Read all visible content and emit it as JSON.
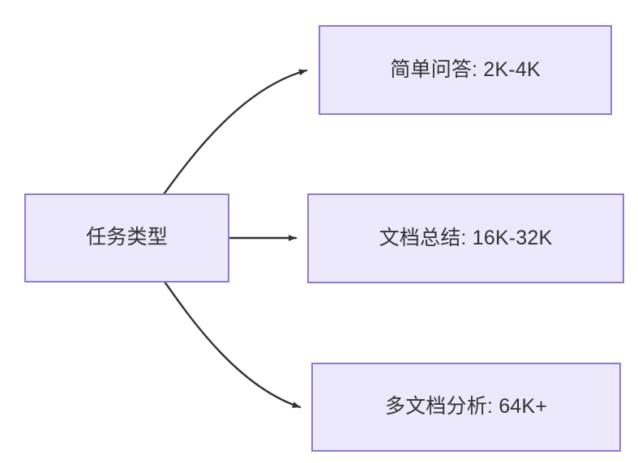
{
  "diagram": {
    "type": "flowchart",
    "direction": "left-to-right",
    "background_color": "#ffffff",
    "node_fill_color": "#ebe9fb",
    "node_border_color": "#8b7ad4",
    "text_color": "#333333",
    "edge_color": "#333333",
    "nodes": [
      {
        "id": "source",
        "label": "任务类型",
        "role": "root"
      },
      {
        "id": "simple-qa",
        "label": "简单问答: 2K-4K",
        "role": "leaf"
      },
      {
        "id": "doc-summary",
        "label": "文档总结: 16K-32K",
        "role": "leaf"
      },
      {
        "id": "multi-doc",
        "label": "多文档分析: 64K+",
        "role": "leaf"
      }
    ],
    "edges": [
      {
        "id": "edge-source-to-simple-qa",
        "from": "source",
        "to": "simple-qa",
        "shape": "curved",
        "label": "",
        "arrowhead": "solid-triangle"
      },
      {
        "id": "edge-source-to-doc-summary",
        "from": "source",
        "to": "doc-summary",
        "shape": "straight",
        "label": "",
        "arrowhead": "solid-triangle"
      },
      {
        "id": "edge-source-to-multi-doc",
        "from": "source",
        "to": "multi-doc",
        "shape": "curved",
        "label": "",
        "arrowhead": "solid-triangle"
      }
    ]
  }
}
